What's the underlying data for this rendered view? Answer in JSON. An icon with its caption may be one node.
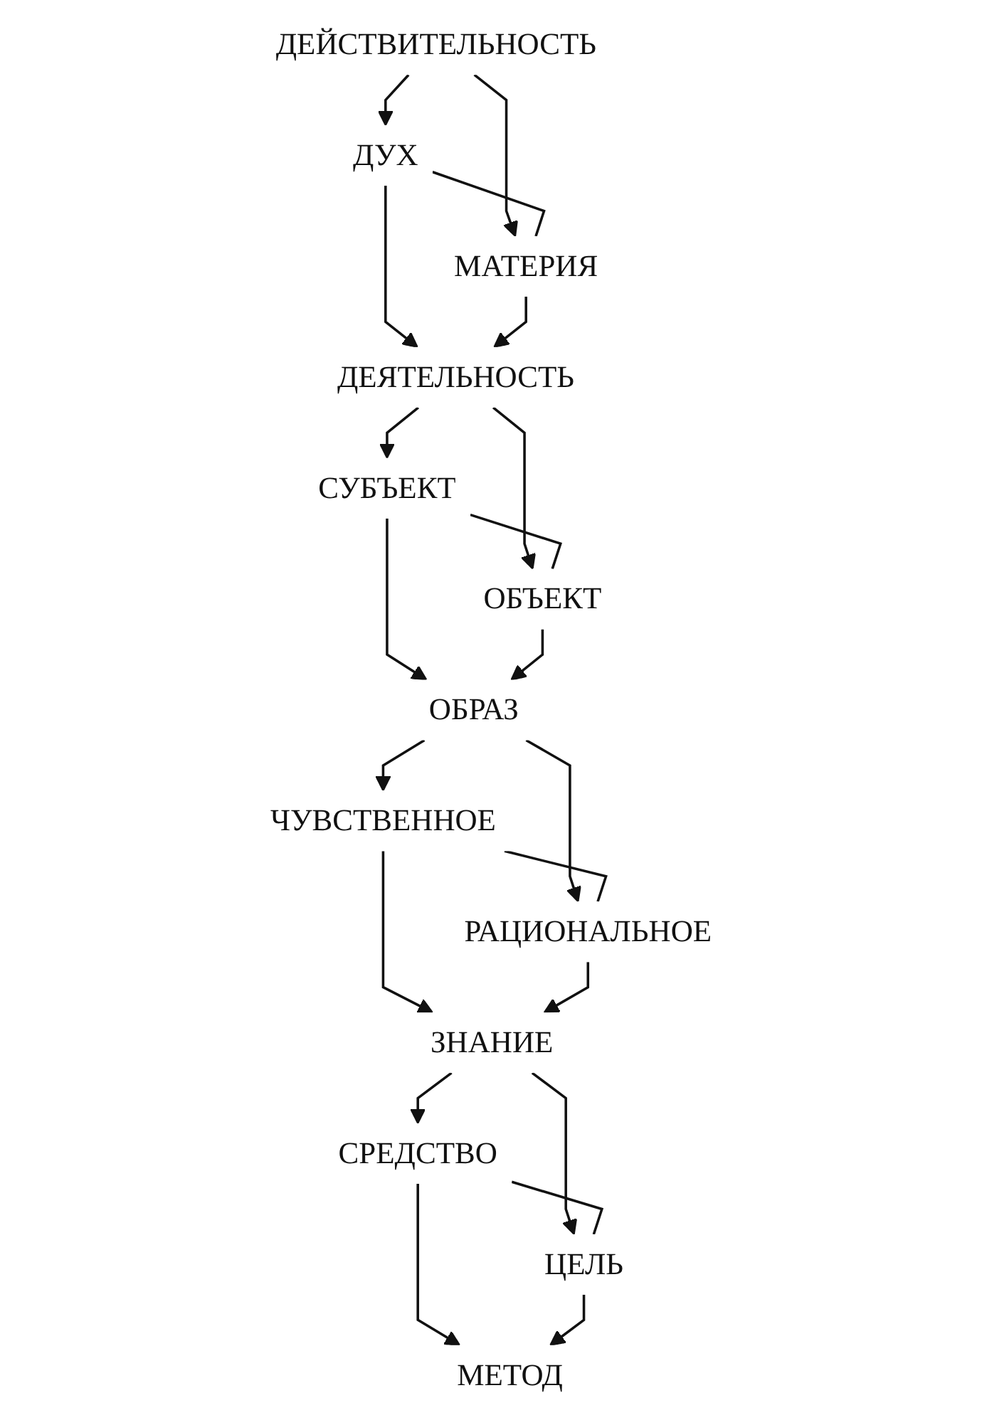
{
  "diagram": {
    "nodes": [
      {
        "text": [
          "ДЕЙСТВИТЕЛЬНОСТЬ"
        ]
      },
      {
        "text": [
          "ДУХ"
        ]
      },
      {
        "text": [
          "МАТЕРИЯ"
        ]
      },
      {
        "text": [
          "ДЕЯТЕЛЬНОСТЬ"
        ]
      },
      {
        "text": [
          "СУБЪЕКТ"
        ]
      },
      {
        "text": [
          "ОБЪЕКТ"
        ]
      },
      {
        "text": [
          "ОБРАЗ"
        ]
      },
      {
        "text": [
          "ЧУВСТВЕННОЕ"
        ]
      },
      {
        "text": [
          "РАЦИОНАЛЬНОЕ"
        ]
      },
      {
        "text": [
          "ЗНАНИЕ"
        ]
      },
      {
        "text": [
          "СРЕДСТВО"
        ]
      },
      {
        "text": [
          "ЦЕЛЬ"
        ]
      },
      {
        "text": [
          "МЕТОД"
        ]
      }
    ],
    "edges": [
      {
        "from": 0,
        "to": 1,
        "arrow": "to"
      },
      {
        "from": 0,
        "to": 2,
        "arrow": "to"
      },
      {
        "from": 1,
        "to": 2,
        "arrow": "none"
      },
      {
        "from": 1,
        "to": 3,
        "arrow": "to"
      },
      {
        "from": 2,
        "to": 3,
        "arrow": "to"
      },
      {
        "from": 3,
        "to": 4,
        "arrow": "to"
      },
      {
        "from": 3,
        "to": 5,
        "arrow": "to"
      },
      {
        "from": 4,
        "to": 5,
        "arrow": "none"
      },
      {
        "from": 4,
        "to": 6,
        "arrow": "to"
      },
      {
        "from": 5,
        "to": 6,
        "arrow": "to"
      },
      {
        "from": 6,
        "to": 7,
        "arrow": "to"
      },
      {
        "from": 6,
        "to": 8,
        "arrow": "to"
      },
      {
        "from": 7,
        "to": 8,
        "arrow": "none"
      },
      {
        "from": 7,
        "to": 9,
        "arrow": "to"
      },
      {
        "from": 8,
        "to": 9,
        "arrow": "to"
      },
      {
        "from": 9,
        "to": 10,
        "arrow": "to"
      },
      {
        "from": 9,
        "to": 11,
        "arrow": "to"
      },
      {
        "from": 10,
        "to": 11,
        "arrow": "none"
      },
      {
        "from": 10,
        "to": 12,
        "arrow": "to"
      },
      {
        "from": 11,
        "to": 12,
        "arrow": "to"
      }
    ]
  }
}
